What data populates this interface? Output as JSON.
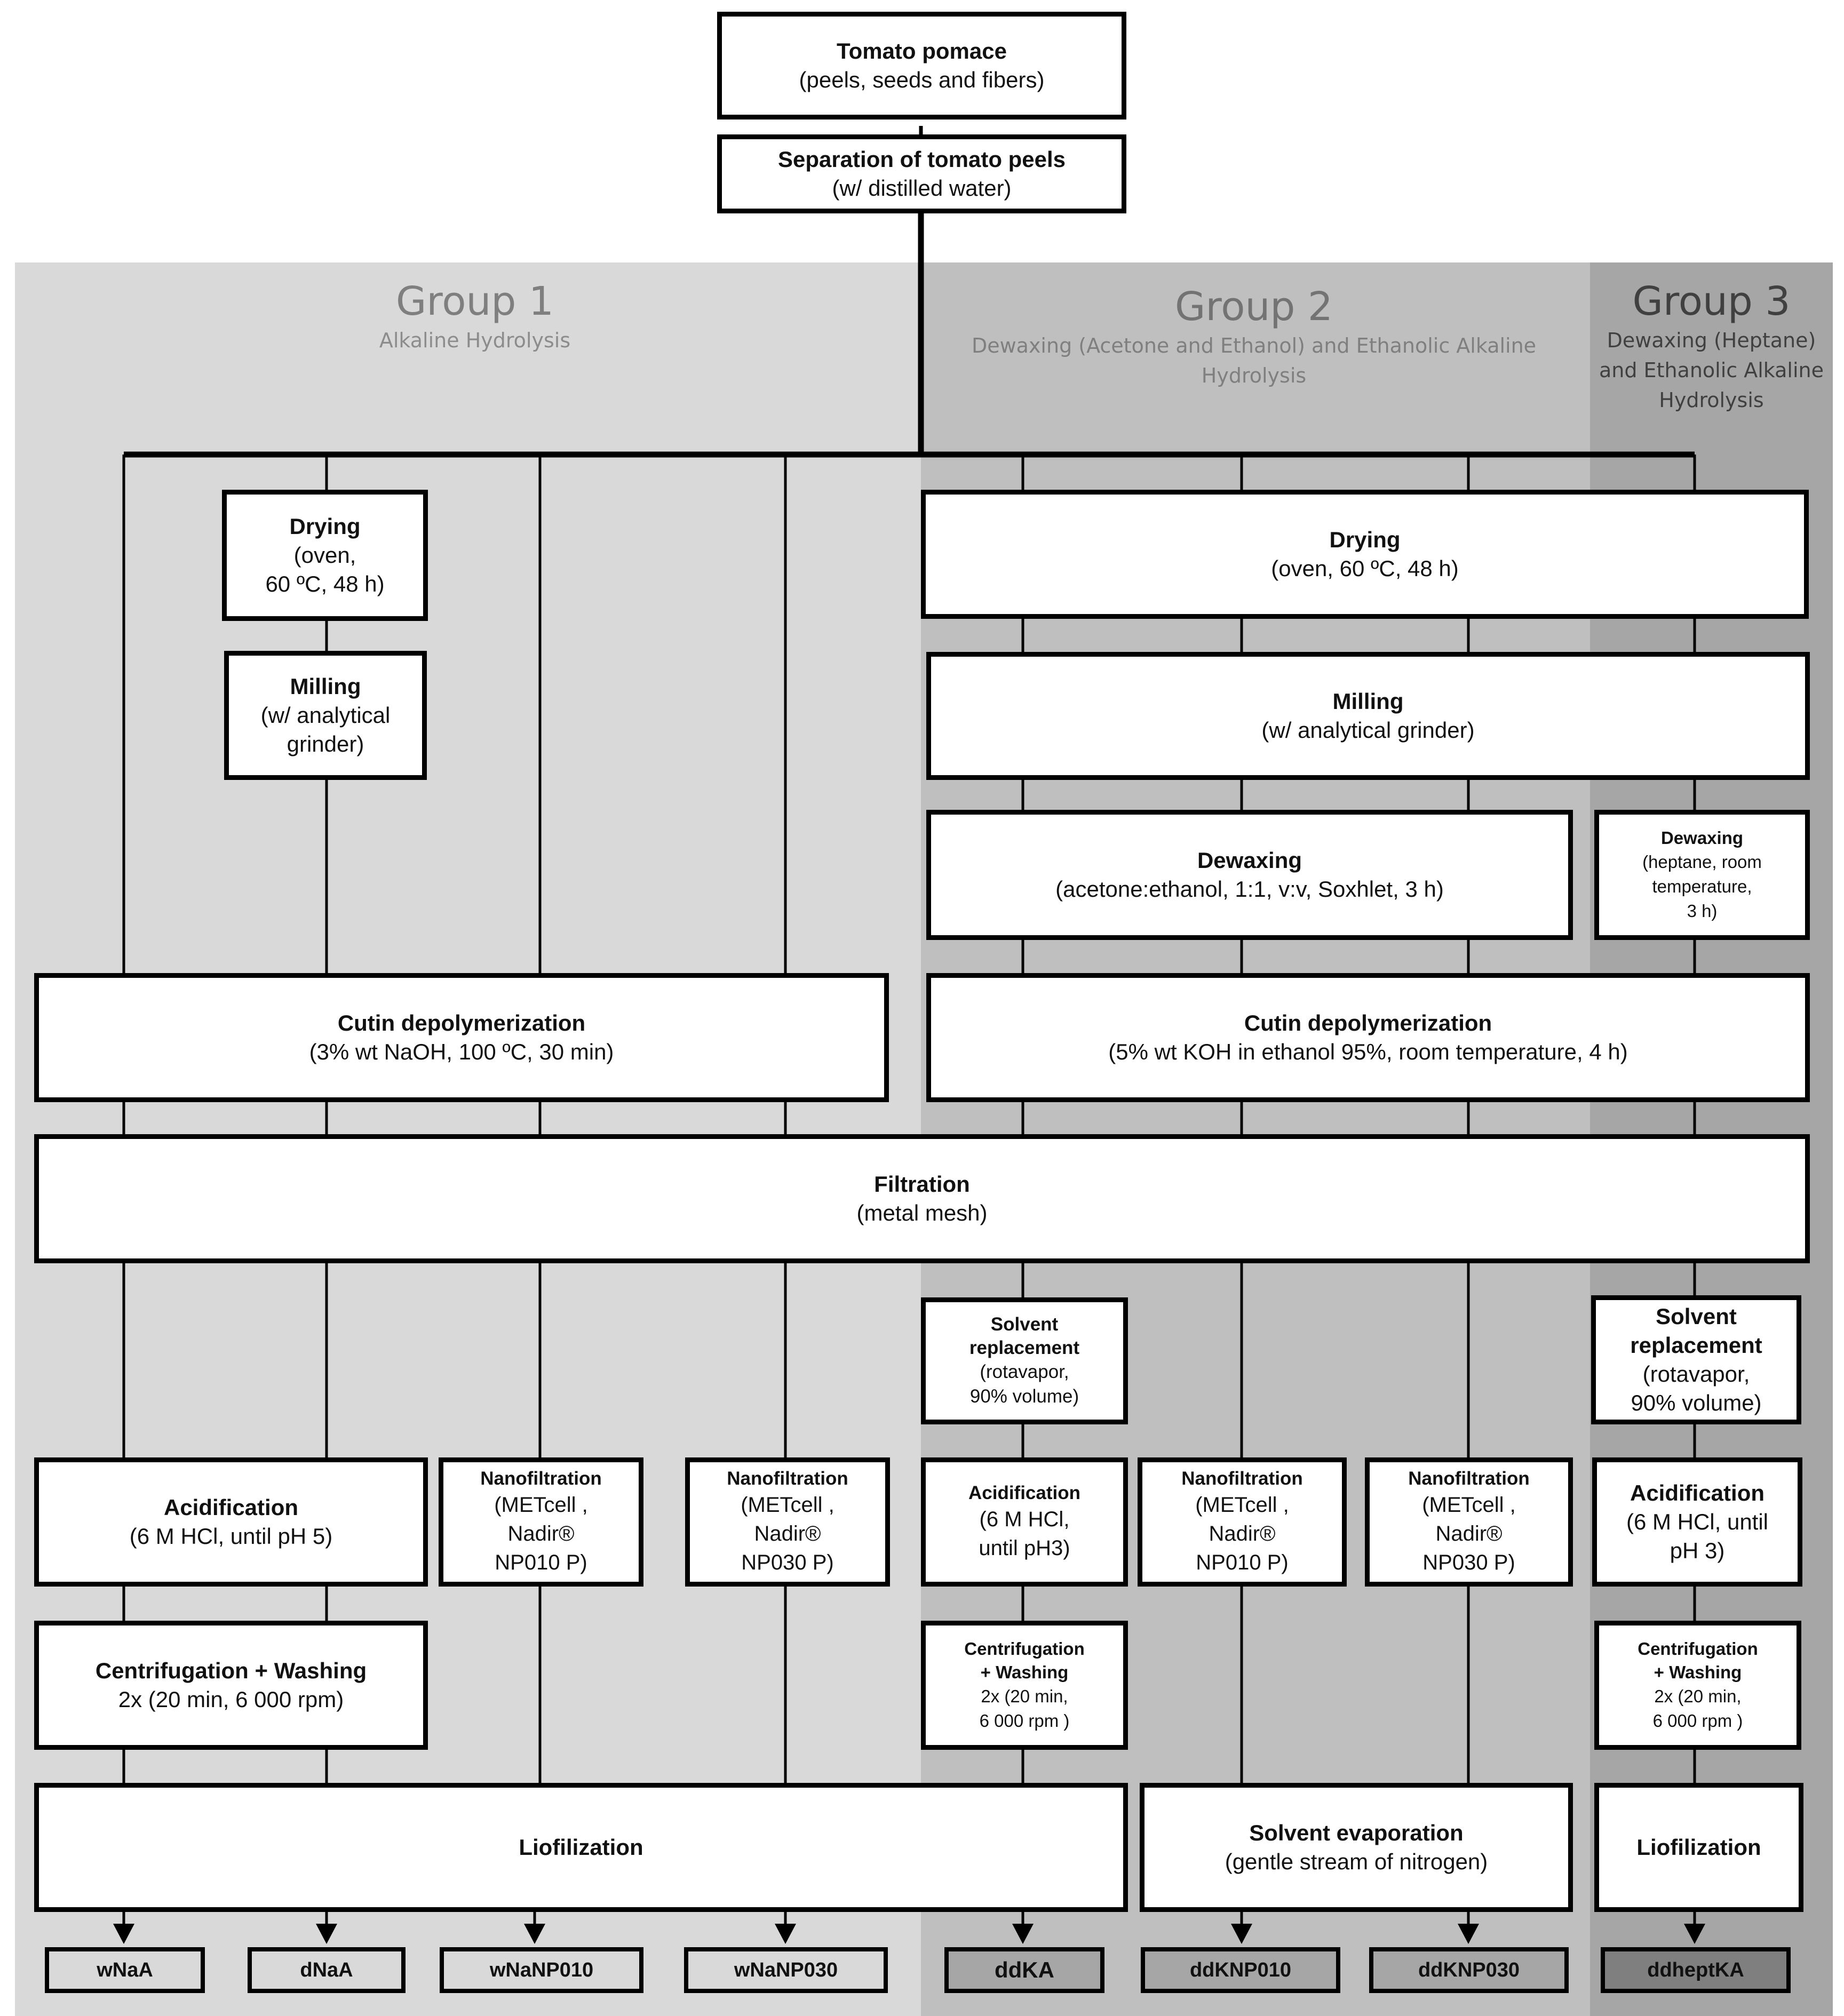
{
  "groups": {
    "g1": {
      "name": "Group 1",
      "subtitle": "Alkaline Hydrolysis"
    },
    "g2": {
      "name": "Group 2",
      "subtitle": "Dewaxing (Acetone and Ethanol) and Ethanolic Alkaline Hydrolysis"
    },
    "g3": {
      "name": "Group 3",
      "subtitle": "Dewaxing (Heptane) and Ethanolic Alkaline Hydrolysis"
    }
  },
  "boxes": {
    "pomace": {
      "title": "Tomato pomace",
      "sub": "(peels, seeds and fibers)"
    },
    "separation": {
      "title": "Separation of tomato peels",
      "sub": "(w/ distilled water)"
    },
    "drying_g1": {
      "title": "Drying",
      "sub": "(oven,\n60 ºC, 48 h)"
    },
    "milling_g1": {
      "title": "Milling",
      "sub": "(w/ analytical\ngrinder)"
    },
    "drying_g23": {
      "title": "Drying",
      "sub": "(oven, 60 ºC, 48 h)"
    },
    "milling_g23": {
      "title": "Milling",
      "sub": "(w/ analytical grinder)"
    },
    "dewax_g2": {
      "title": "Dewaxing",
      "sub": "(acetone:ethanol, 1:1, v:v, Soxhlet, 3 h)"
    },
    "dewax_g3": {
      "title": "Dewaxing",
      "sub": "(heptane, room\ntemperature,\n3 h)"
    },
    "cutin_g1": {
      "title": "Cutin depolymerization",
      "sub": "(3% wt NaOH, 100 ºC, 30 min)"
    },
    "cutin_g23": {
      "title": "Cutin depolymerization",
      "sub": "(5% wt KOH in ethanol 95%, room temperature, 4 h)"
    },
    "filtration": {
      "title": "Filtration",
      "sub": "(metal mesh)"
    },
    "solvrep_g2": {
      "title": "Solvent\nreplacement",
      "sub": "(rotavapor,\n90% volume)"
    },
    "solvrep_g3": {
      "title": "Solvent\nreplacement",
      "sub": "(rotavapor,\n90% volume)"
    },
    "acid_g1": {
      "title": "Acidification",
      "sub": "(6 M HCl, until pH 5)"
    },
    "nano_1": {
      "title": "Nanofiltration",
      "sub": "(METcell ,\nNadir®\nNP010 P)"
    },
    "nano_2": {
      "title": "Nanofiltration",
      "sub": "(METcell ,\nNadir®\nNP030 P)"
    },
    "acid_g2": {
      "title": "Acidification",
      "sub": "(6 M HCl,\nuntil pH3)"
    },
    "nano_3": {
      "title": "Nanofiltration",
      "sub": "(METcell ,\nNadir®\nNP010 P)"
    },
    "nano_4": {
      "title": "Nanofiltration",
      "sub": "(METcell ,\nNadir®\nNP030 P)"
    },
    "acid_g3": {
      "title": "Acidification",
      "sub": "(6 M HCl, until\npH 3)"
    },
    "centri_g1": {
      "title": "Centrifugation + Washing",
      "sub": "2x (20 min, 6 000 rpm)"
    },
    "centri_g2": {
      "title": "Centrifugation\n+ Washing",
      "sub": "2x (20 min,\n6 000 rpm )"
    },
    "centri_g3": {
      "title": "Centrifugation\n+ Washing",
      "sub": "2x (20 min,\n6 000 rpm )"
    },
    "lio_1": {
      "title": "Liofilization",
      "sub": ""
    },
    "solvevap": {
      "title": "Solvent evaporation",
      "sub": "(gentle stream of nitrogen)"
    },
    "lio_2": {
      "title": "Liofilization",
      "sub": ""
    }
  },
  "outputs": [
    "wNaA",
    "dNaA",
    "wNaNP010",
    "wNaNP030",
    "ddKA",
    "ddKNP010",
    "ddKNP030",
    "ddheptKA"
  ],
  "colors": {
    "group1": "#d9d9d9",
    "group2": "#bfbfbf",
    "group3": "#a6a6a6",
    "out_g2": "#a6a6a6",
    "out_g3": "#7f7f7f"
  }
}
